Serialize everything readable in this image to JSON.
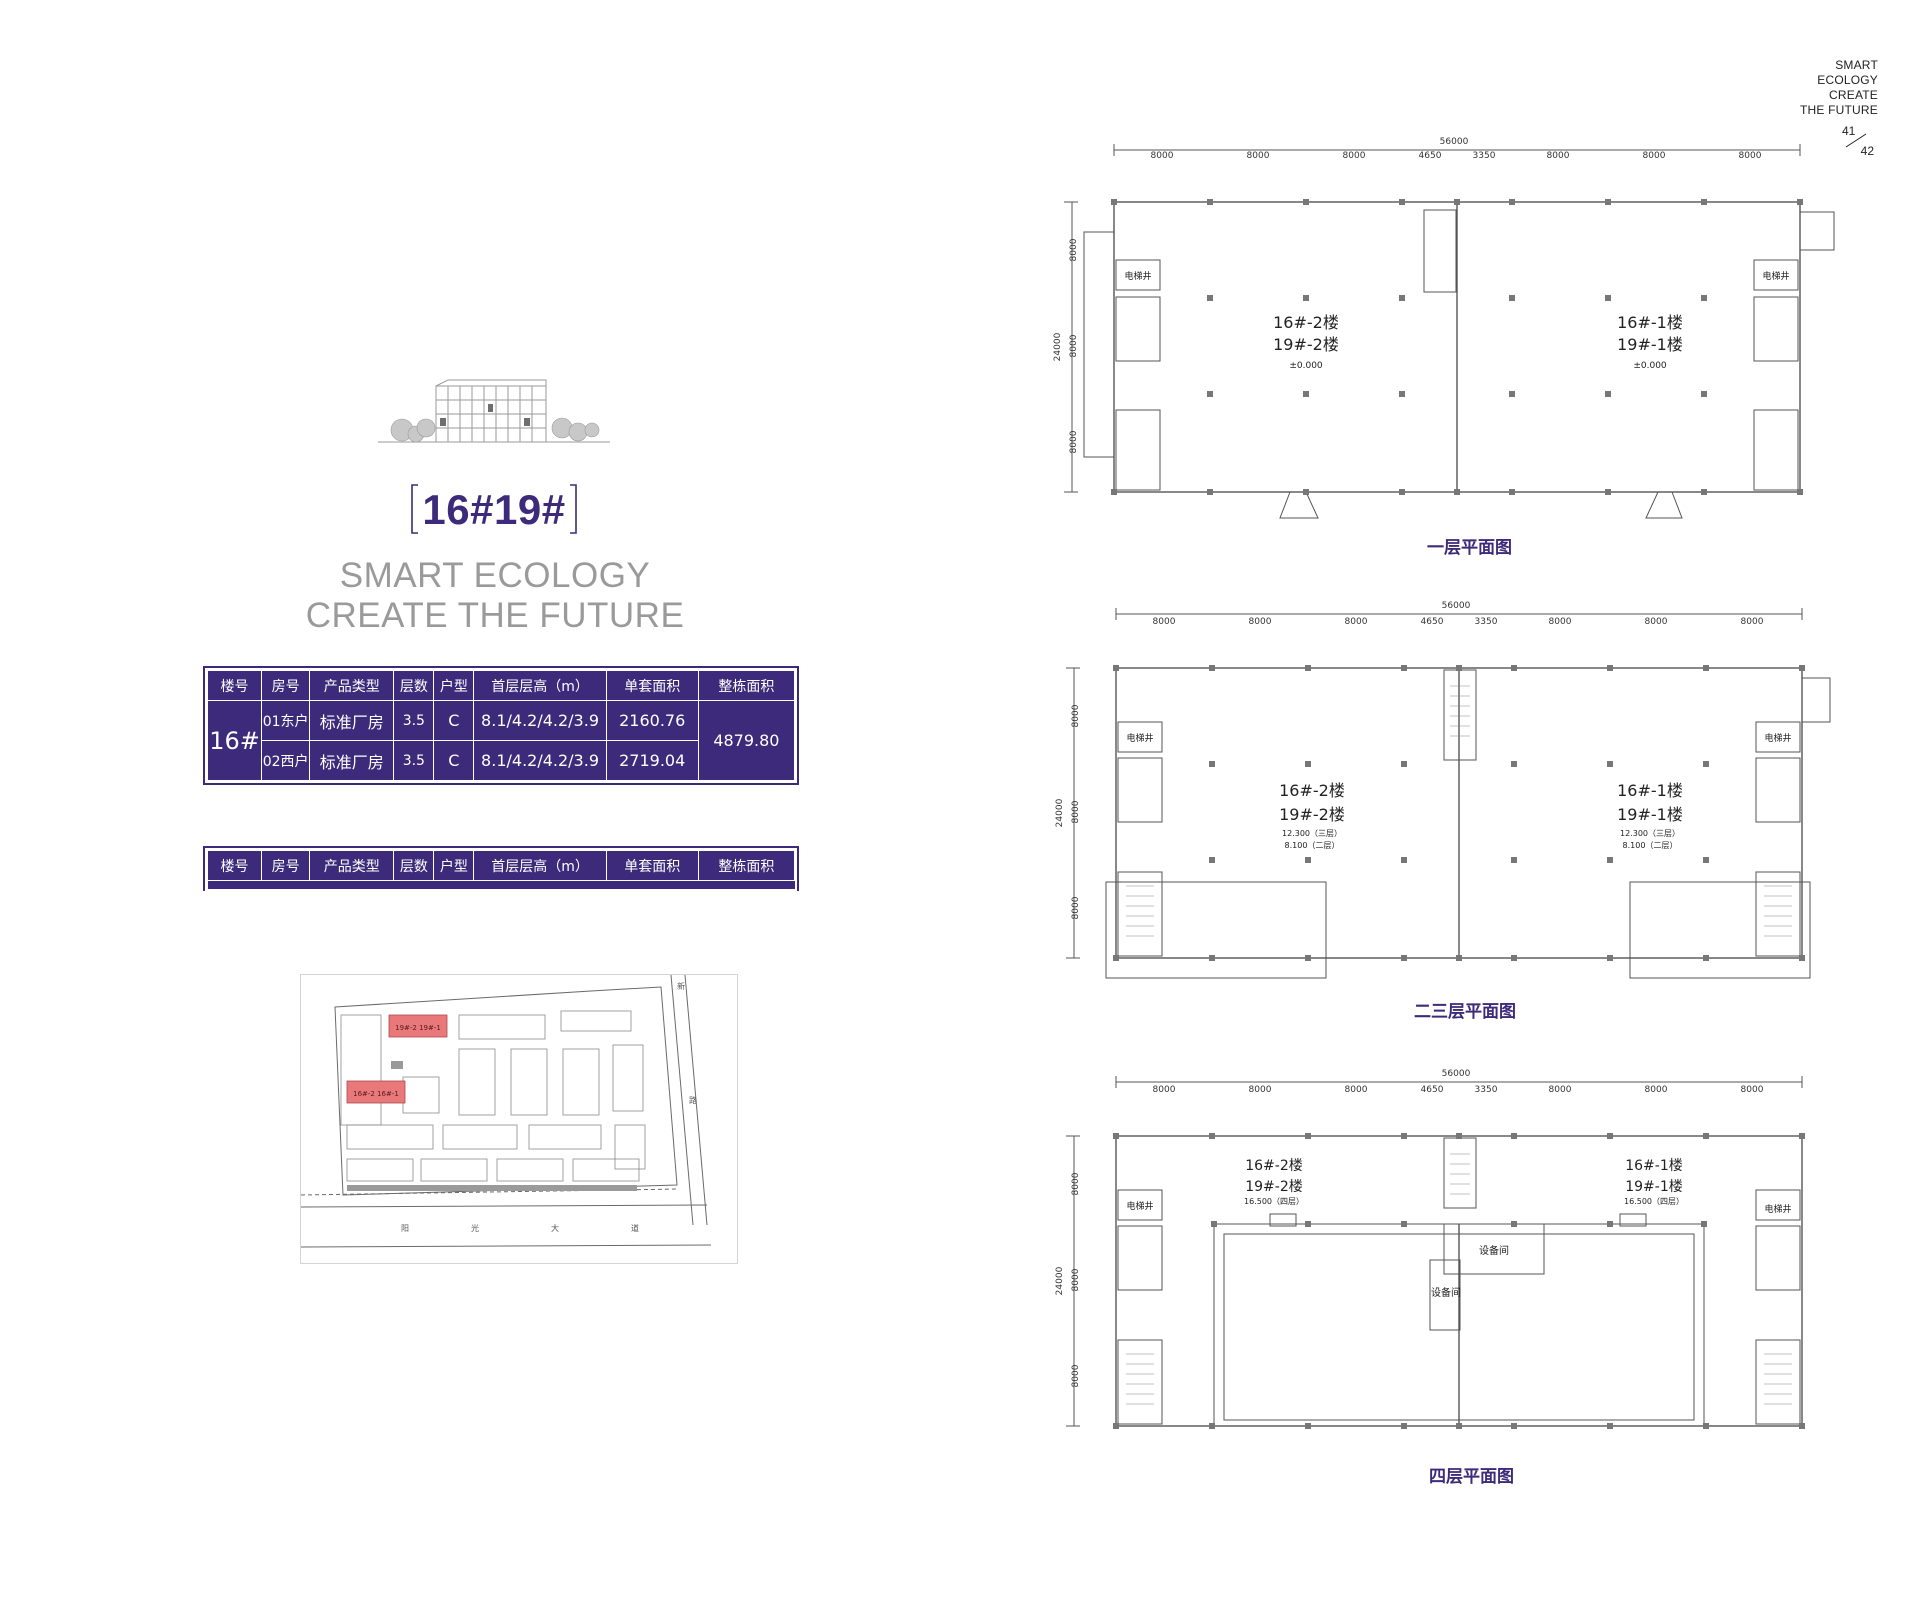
{
  "corner_tag": {
    "lines": [
      "SMART",
      "ECOLOGY",
      "CREATE",
      "THE FUTURE"
    ]
  },
  "page_numbers": {
    "left": "41",
    "right": "42"
  },
  "building_title": "16#19#",
  "slogan": {
    "line1": "SMART ECOLOGY",
    "line2": "CREATE THE FUTURE"
  },
  "table_headers": [
    "楼号",
    "房号",
    "产品类型",
    "层数",
    "户型",
    "首层层高（m）",
    "单套面积",
    "整栋面积"
  ],
  "table_16": {
    "building": "16#",
    "rows": [
      {
        "room": "01东户",
        "type": "标准厂房",
        "floors": "3.5",
        "unit_type": "C",
        "height": "8.1/4.2/4.2/3.9",
        "unit_area": "2160.76"
      },
      {
        "room": "02西户",
        "type": "标准厂房",
        "floors": "3.5",
        "unit_type": "C",
        "height": "8.1/4.2/4.2/3.9",
        "unit_area": "2719.04"
      }
    ],
    "total_area": "4879.80"
  },
  "site_plan": {
    "highlight_top": "19#-2  19#-1",
    "highlight_bottom": "16#-2  16#-1",
    "road_chars": [
      "阳",
      "光",
      "大",
      "道"
    ],
    "side_road_chars": [
      "新",
      "路"
    ],
    "accent_color": "#e8787a"
  },
  "dimensions": {
    "total_width": "56000",
    "segments": [
      "8000",
      "8000",
      "8000",
      "4650",
      "3350",
      "8000",
      "8000",
      "8000"
    ],
    "total_depth": "24000",
    "depth_segments": [
      "8000",
      "8000",
      "8000"
    ]
  },
  "plan_labels": {
    "elevator": "电梯井",
    "equipment": "设备间",
    "left_unit_a": "16#-2楼",
    "left_unit_b": "19#-2楼",
    "right_unit_a": "16#-1楼",
    "right_unit_b": "19#-1楼",
    "elev_ground": "±0.000",
    "elev_3rd": "12.300（三层）",
    "elev_2nd": "8.100（二层）",
    "elev_4th": "16.500（四层）"
  },
  "floor_captions": {
    "first": "一层平面图",
    "second_third": "二三层平面图",
    "fourth": "四层平面图"
  },
  "colors": {
    "brand": "#3d2a7a",
    "slogan_gray": "#9a9a9a",
    "plan_line": "#555555",
    "column": "#777777"
  }
}
